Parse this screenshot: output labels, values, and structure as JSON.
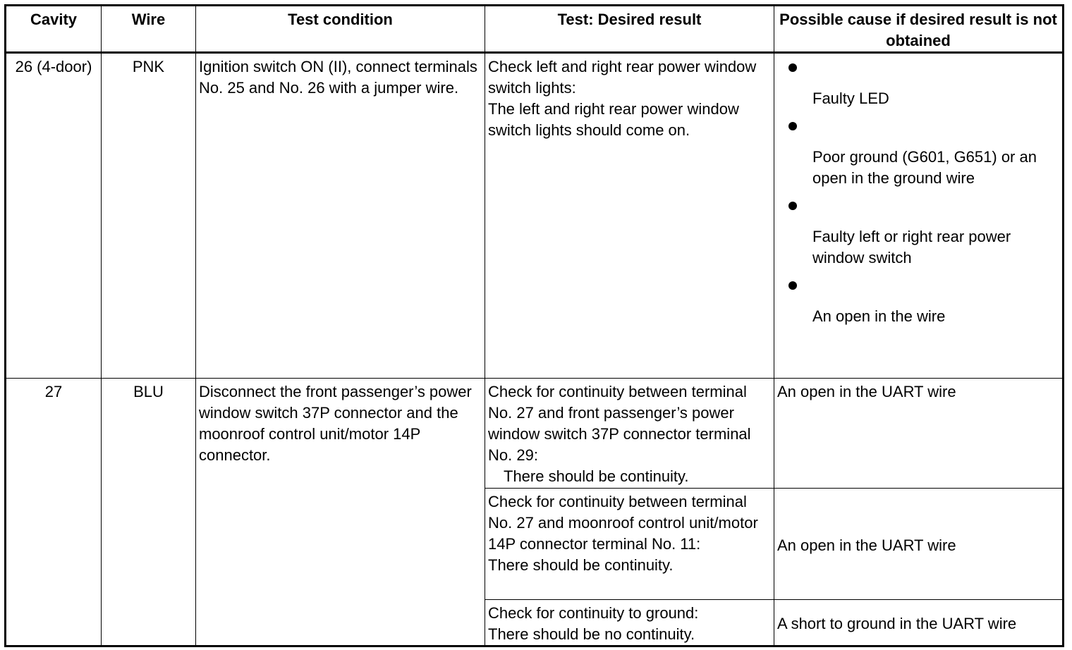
{
  "headers": {
    "cavity": "Cavity",
    "wire": "Wire",
    "test_condition": "Test condition",
    "desired_result": "Test: Desired result",
    "possible_cause": "Possible cause if desired result is not obtained"
  },
  "row1": {
    "cavity": "26 (4-door)",
    "wire": "PNK",
    "test_condition": "Ignition switch ON (II), connect terminals No. 25   and No. 26   with a jumper wire.",
    "desired_result": "Check left and right rear power window switch lights:\nThe left and right rear power window switch lights should come on.",
    "causes": [
      "Faulty LED",
      "Poor ground (G601, G651) or an open in the ground wire",
      "Faulty left or right rear power window switch",
      "An open in the wire"
    ]
  },
  "row2": {
    "cavity": "27",
    "wire": "BLU",
    "test_condition": "Disconnect the front passenger’s power window switch 37P connector and the moonroof control unit/motor 14P connector.",
    "checks": [
      {
        "result_main": "Check for continuity between terminal No. 27 and front passenger’s power window switch 37P connector terminal No. 29:",
        "result_sub": "There should be continuity.",
        "cause": "An open in the UART wire"
      },
      {
        "result_main": "Check for continuity between terminal No. 27 and moonroof control unit/motor 14P connector terminal No. 11:\nThere should be continuity.",
        "cause": "An open in the UART wire"
      },
      {
        "result_main": "Check for continuity to ground:\nThere should be no continuity.",
        "cause": "A short to ground in the UART wire"
      }
    ]
  }
}
